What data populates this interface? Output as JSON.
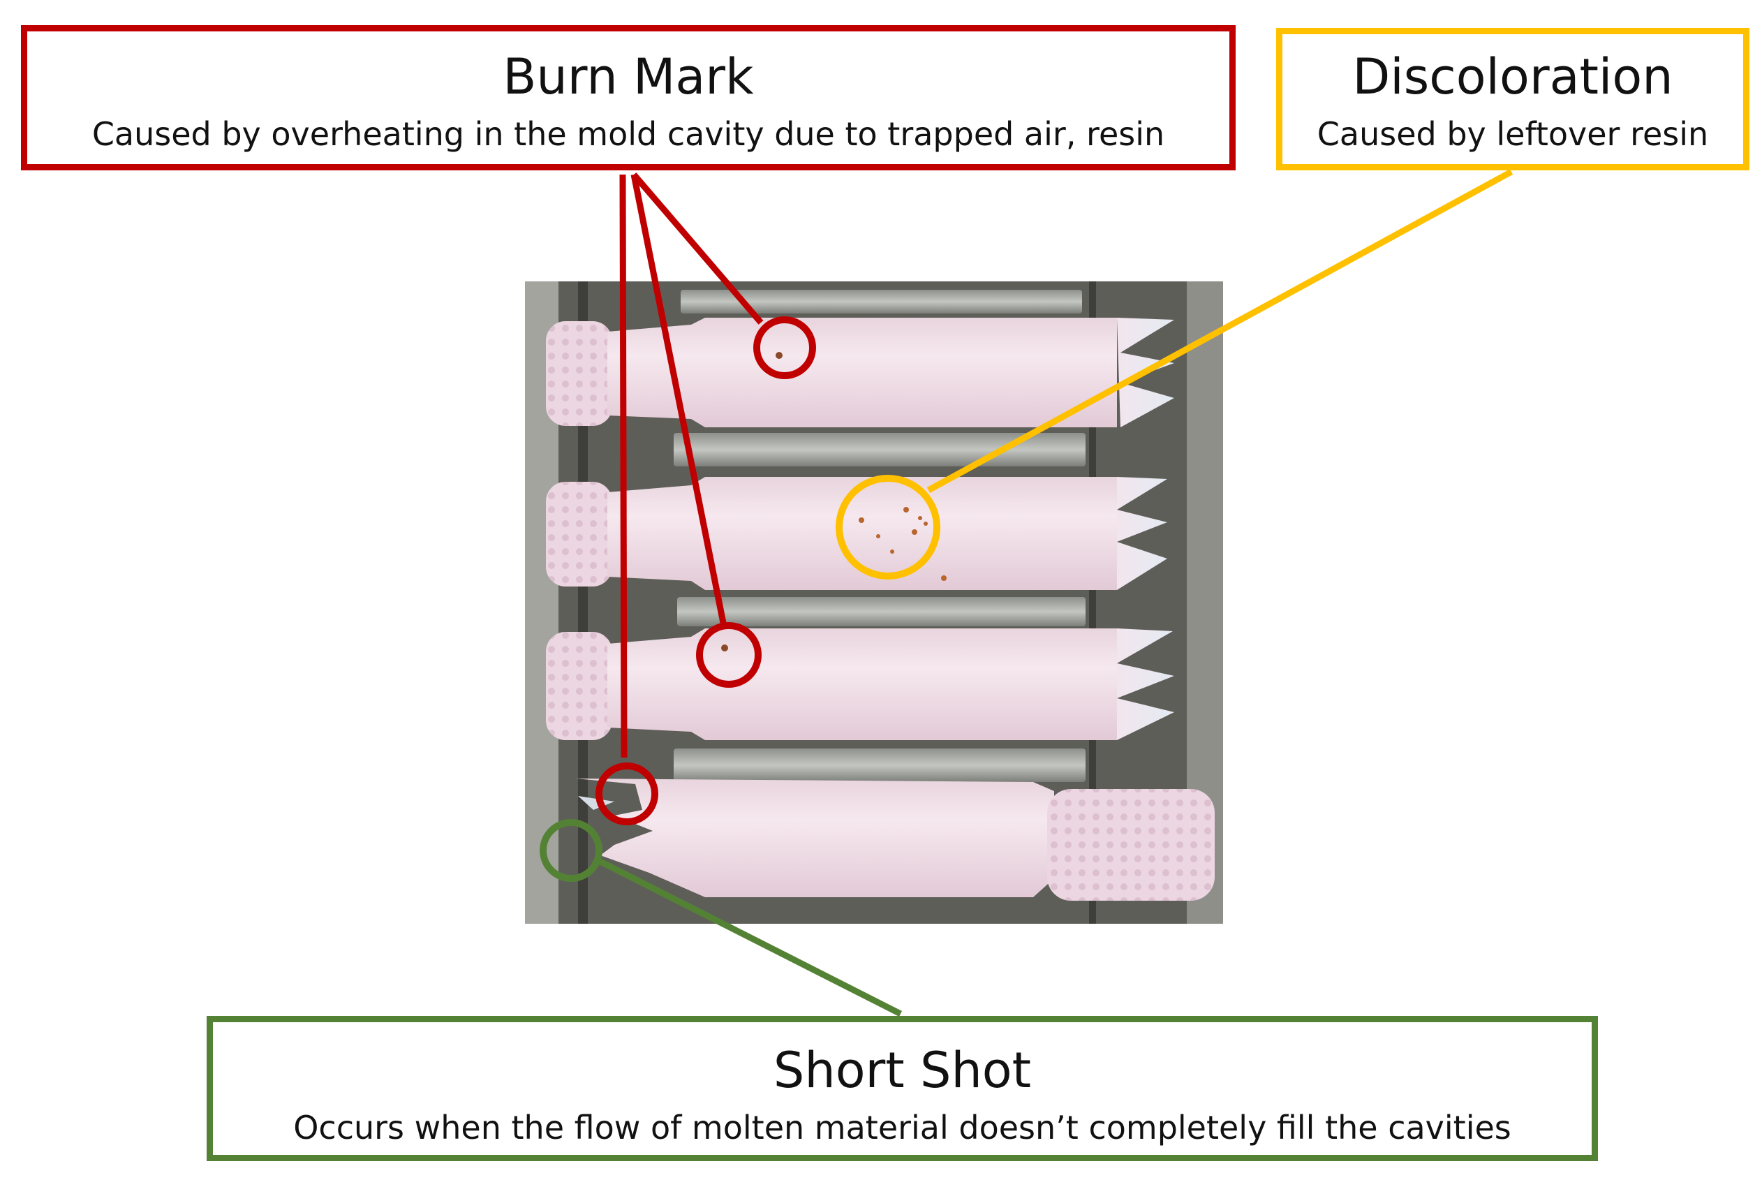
{
  "callouts": {
    "burn_mark": {
      "title": "Burn Mark",
      "description": "Caused by overheating in the mold cavity due to trapped air, resin",
      "color": "#c00000"
    },
    "discoloration": {
      "title": "Discoloration",
      "description": "Caused by leftover resin",
      "color": "#ffc000"
    },
    "short_shot": {
      "title": "Short Shot",
      "description": "Occurs when the flow of molten material doesn’t completely fill the cavities",
      "color": "#548235"
    }
  },
  "photo": {
    "subject": "four molded pink-white plastic parts in a mold tray",
    "part_color": "#f3e1ea",
    "background_color": "#6c6c64",
    "rail_color": "#aeb0ac"
  }
}
